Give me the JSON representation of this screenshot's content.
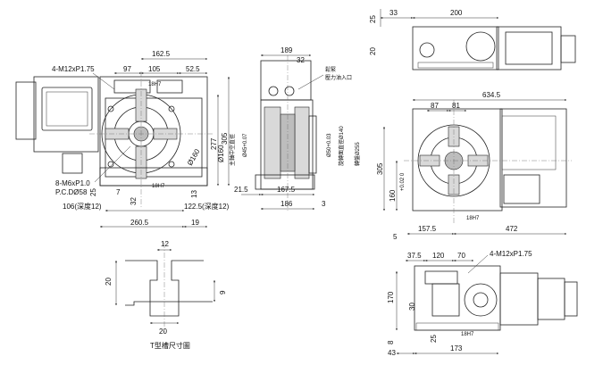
{
  "views": {
    "front": {
      "d_162_5": "162.5",
      "d_97": "97",
      "d_105": "105",
      "d_52_5": "52.5",
      "tap_thread": "4-M12xP1.75",
      "d_18h7_top": "18H7",
      "d_277": "277",
      "d_305": "305",
      "d_dia160": "Ø160",
      "bolt_thread": "8-M6xP1.0",
      "pcd": "P.C.DØ58",
      "d_25": "25",
      "d_7": "7",
      "d_32": "32",
      "d_18h7_bot": "18H7",
      "d_13": "13",
      "d_106": "106(深度12)",
      "d_122_5": "122.5(深度12)",
      "d_260_5": "260.5",
      "d_19": "19"
    },
    "side": {
      "d_189": "189",
      "d_32": "32",
      "note_1": "鬆緊",
      "note_2": "壓力油入口",
      "shaft_label": "主軸中空直徑",
      "d_dia45": "Ø45+0.07",
      "d_dia50": "Ø50+0.03",
      "d_dia160": "Ø160",
      "d_dia140": "旋轉面直徑Ø140",
      "d_dia255": "轉盤Ø255",
      "d_21_5": "21.5",
      "d_167_5": "167.5",
      "d_186": "186",
      "d_3": "3"
    },
    "top_right": {
      "d_25": "25",
      "d_33": "33",
      "d_200": "200",
      "d_20": "20"
    },
    "right": {
      "d_634_5": "634.5",
      "d_87": "87",
      "d_81": "81",
      "d_305": "305",
      "d_160": "160",
      "tol": "+0.02 0",
      "d_18h7": "18H7",
      "d_5": "5",
      "d_157_5": "157.5",
      "d_472": "472"
    },
    "tslot": {
      "d_12": "12",
      "d_20_left": "20",
      "d_9": "9",
      "d_20_bot": "20",
      "caption": "T型槽尺寸圖"
    },
    "bottom": {
      "d_37_5": "37.5",
      "d_120": "120",
      "d_70": "70",
      "tap_thread": "4-M12xP1.75",
      "d_170": "170",
      "d_8": "8",
      "d_30": "30",
      "d_25": "25",
      "d_18h7": "18H7",
      "d_43": "43",
      "d_173": "173"
    }
  }
}
